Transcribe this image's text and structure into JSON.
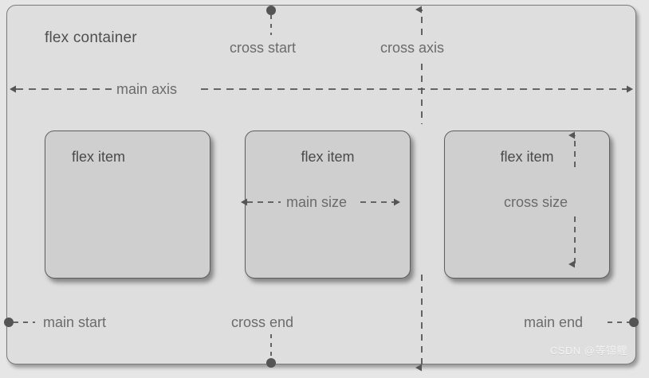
{
  "diagram": {
    "title": "flex container",
    "container_label": "flex container",
    "items": [
      {
        "label": "flex item"
      },
      {
        "label": "flex item"
      },
      {
        "label": "flex item"
      }
    ],
    "axes": {
      "main_axis": "main axis",
      "cross_axis": "cross axis",
      "main_start": "main start",
      "main_end": "main end",
      "cross_start": "cross start",
      "cross_end": "cross end"
    },
    "sizes": {
      "main_size": "main size",
      "cross_size": "cross size"
    },
    "colors": {
      "page_background": "#e6e6e6",
      "container_fill": "#dedede",
      "container_stroke": "#7a7a7a",
      "item_fill": "#cfcfcf",
      "item_stroke": "#5e5e5e",
      "label_text": "#6b6b6b",
      "item_text": "#4a4a4a",
      "arrow": "#555555"
    }
  },
  "watermark": {
    "text": "CSDN @等锦鲤"
  }
}
